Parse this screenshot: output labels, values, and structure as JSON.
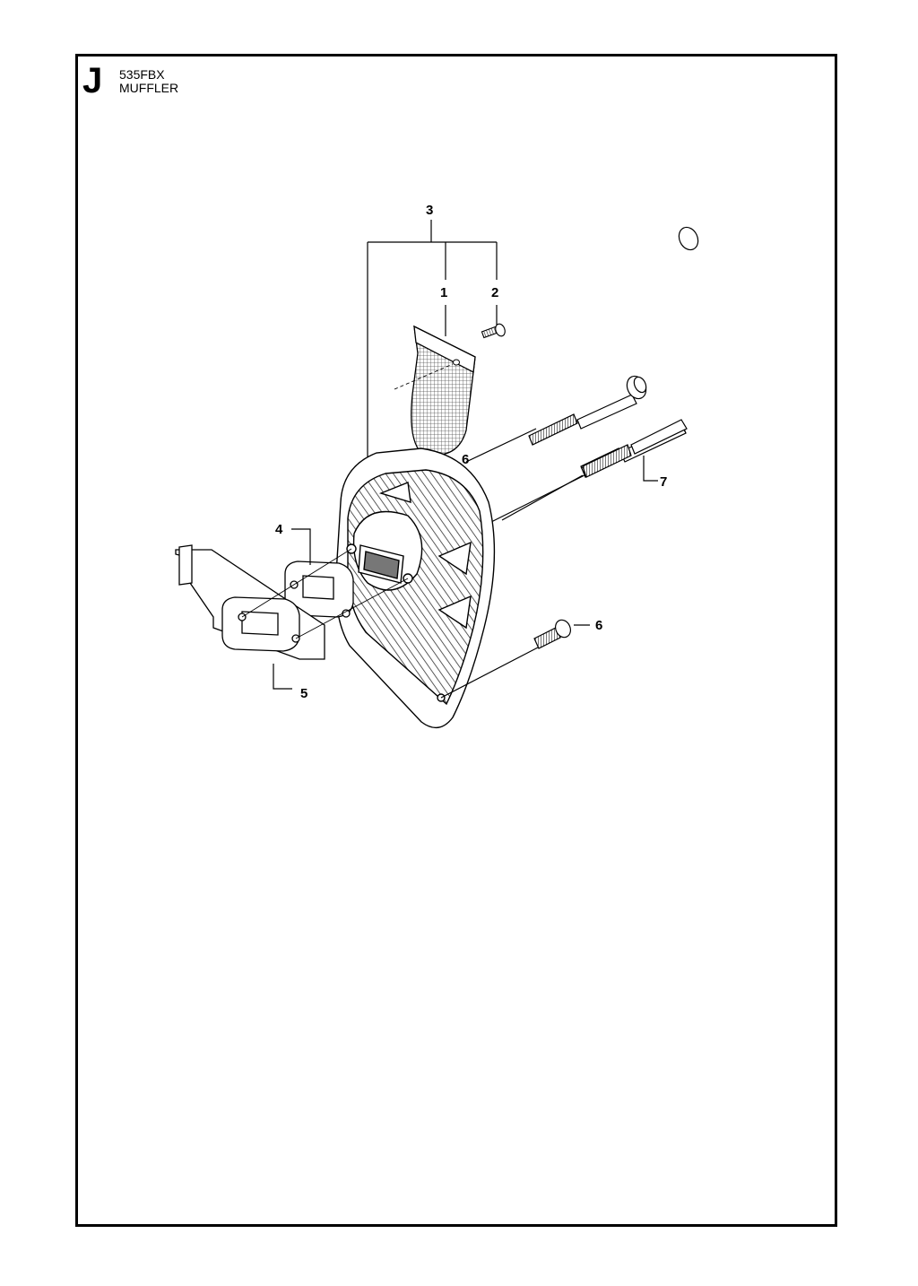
{
  "header": {
    "section_letter": "J",
    "model": "535FBX",
    "title": "MUFFLER"
  },
  "callouts": {
    "c1": "1",
    "c2": "2",
    "c3": "3",
    "c4": "4",
    "c5": "5",
    "c6a": "6",
    "c6b": "6",
    "c7": "7"
  }
}
